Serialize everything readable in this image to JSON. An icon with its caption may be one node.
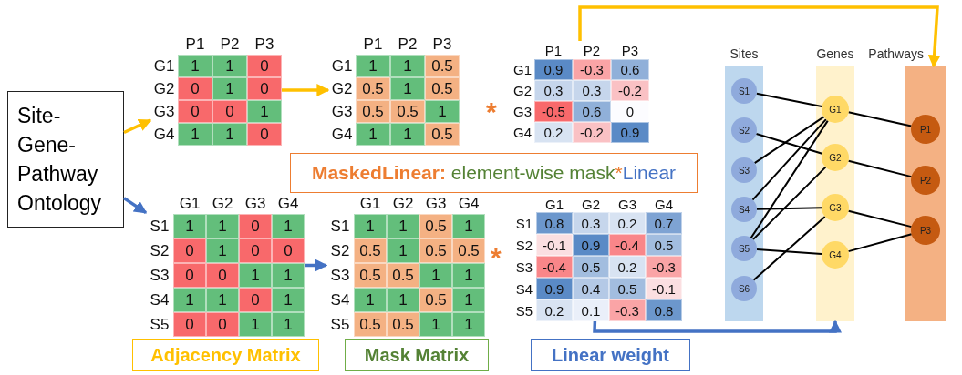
{
  "diagram": {
    "nodes": [
      {
        "text": [
          "Site-Gene-Pathway Ontology"
        ]
      },
      {
        "text": [
          "P1",
          "P2",
          "P3",
          "G1",
          "1",
          "1",
          "0",
          "G2",
          "0",
          "1",
          "0",
          "G3",
          "0",
          "0",
          "1",
          "G4",
          "1",
          "1",
          "0"
        ]
      },
      {
        "text": [
          "P1",
          "P2",
          "P3",
          "G1",
          "1",
          "1",
          "0.5",
          "G2",
          "0.5",
          "1",
          "0.5",
          "G3",
          "0.5",
          "0.5",
          "1",
          "G4",
          "1",
          "1",
          "0.5"
        ]
      },
      {
        "text": [
          "P1",
          "P2",
          "P3",
          "G1",
          "0.9",
          "-0.3",
          "0.6",
          "G2",
          "0.3",
          "0.3",
          "-0.2",
          "G3",
          "-0.5",
          "0.6",
          "0",
          "G4",
          "0.2",
          "-0.2",
          "0.9"
        ]
      },
      {
        "text": [
          "MaskedLinear: element-wise mask*Linear"
        ]
      },
      {
        "text": [
          "G1",
          "G2",
          "G3",
          "G4",
          "S1",
          "1",
          "1",
          "0",
          "1",
          "S2",
          "0",
          "1",
          "0",
          "0",
          "S3",
          "0",
          "0",
          "1",
          "1",
          "S4",
          "1",
          "1",
          "0",
          "1",
          "S5",
          "0",
          "0",
          "1",
          "1"
        ]
      },
      {
        "text": [
          "G1",
          "G2",
          "G3",
          "G4",
          "S1",
          "1",
          "1",
          "0.5",
          "1",
          "S2",
          "0.5",
          "1",
          "0.5",
          "0.5",
          "S3",
          "0.5",
          "0.5",
          "1",
          "1",
          "S4",
          "1",
          "1",
          "0.5",
          "1",
          "S5",
          "0.5",
          "0.5",
          "1",
          "1"
        ]
      },
      {
        "text": [
          "G1",
          "G2",
          "G3",
          "G4",
          "S1",
          "0.8",
          "0.3",
          "0.2",
          "0.7",
          "S2",
          "-0.1",
          "0.9",
          "-0.4",
          "0.5",
          "S3",
          "-0.4",
          "0.5",
          "0.2",
          "-0.3",
          "S4",
          "0.9",
          "0.4",
          "0.5",
          "-0.1",
          "S5",
          "0.2",
          "0.1",
          "-0.3",
          "0.8"
        ]
      },
      {
        "text": [
          "Adjacency Matrix"
        ]
      },
      {
        "text": [
          "Mask Matrix"
        ]
      },
      {
        "text": [
          "Linear weight"
        ]
      },
      {
        "text": [
          "Sites"
        ]
      },
      {
        "text": [
          "S1"
        ],
        "in": 11
      },
      {
        "text": [
          "S2"
        ],
        "in": 11
      },
      {
        "text": [
          "S3"
        ],
        "in": 11
      },
      {
        "text": [
          "S4"
        ],
        "in": 11
      },
      {
        "text": [
          "S5"
        ],
        "in": 11
      },
      {
        "text": [
          "S6"
        ],
        "in": 11
      },
      {
        "text": [
          "Genes"
        ]
      },
      {
        "text": [
          "G1"
        ],
        "in": 18
      },
      {
        "text": [
          "G2"
        ],
        "in": 18
      },
      {
        "text": [
          "G3"
        ],
        "in": 18
      },
      {
        "text": [
          "G4"
        ],
        "in": 18
      },
      {
        "text": [
          "Pathways"
        ]
      },
      {
        "text": [
          "P1"
        ],
        "in": 23
      },
      {
        "text": [
          "P2"
        ],
        "in": 23
      },
      {
        "text": [
          "P3"
        ],
        "in": 23
      }
    ],
    "edges": [
      {
        "from": 0,
        "to": 1,
        "arrow": "to",
        "color": "#ffc000"
      },
      {
        "from": 0,
        "to": 5,
        "arrow": "to",
        "color": "#4472c4"
      },
      {
        "from": 1,
        "to": 2,
        "arrow": "to",
        "color": "#ffc000"
      },
      {
        "from": 5,
        "to": 6,
        "arrow": "to",
        "color": "#4472c4"
      },
      {
        "from": 3,
        "to": 23,
        "arrow": "to",
        "color": "#ffc000"
      },
      {
        "from": 7,
        "to": 18,
        "arrow": "to",
        "color": "#4472c4"
      },
      {
        "from": 12,
        "to": 19,
        "arrow": "none"
      },
      {
        "from": 13,
        "to": 20,
        "arrow": "none"
      },
      {
        "from": 14,
        "to": 19,
        "arrow": "none"
      },
      {
        "from": 15,
        "to": 19,
        "arrow": "none"
      },
      {
        "from": 15,
        "to": 21,
        "arrow": "none"
      },
      {
        "from": 16,
        "to": 19,
        "arrow": "none"
      },
      {
        "from": 16,
        "to": 20,
        "arrow": "none"
      },
      {
        "from": 16,
        "to": 22,
        "arrow": "none"
      },
      {
        "from": 17,
        "to": 21,
        "arrow": "none"
      },
      {
        "from": 19,
        "to": 24,
        "arrow": "none"
      },
      {
        "from": 20,
        "to": 25,
        "arrow": "none"
      },
      {
        "from": 21,
        "to": 26,
        "arrow": "none"
      },
      {
        "from": 22,
        "to": 26,
        "arrow": "none"
      }
    ],
    "labels": [
      "*",
      "*"
    ]
  }
}
